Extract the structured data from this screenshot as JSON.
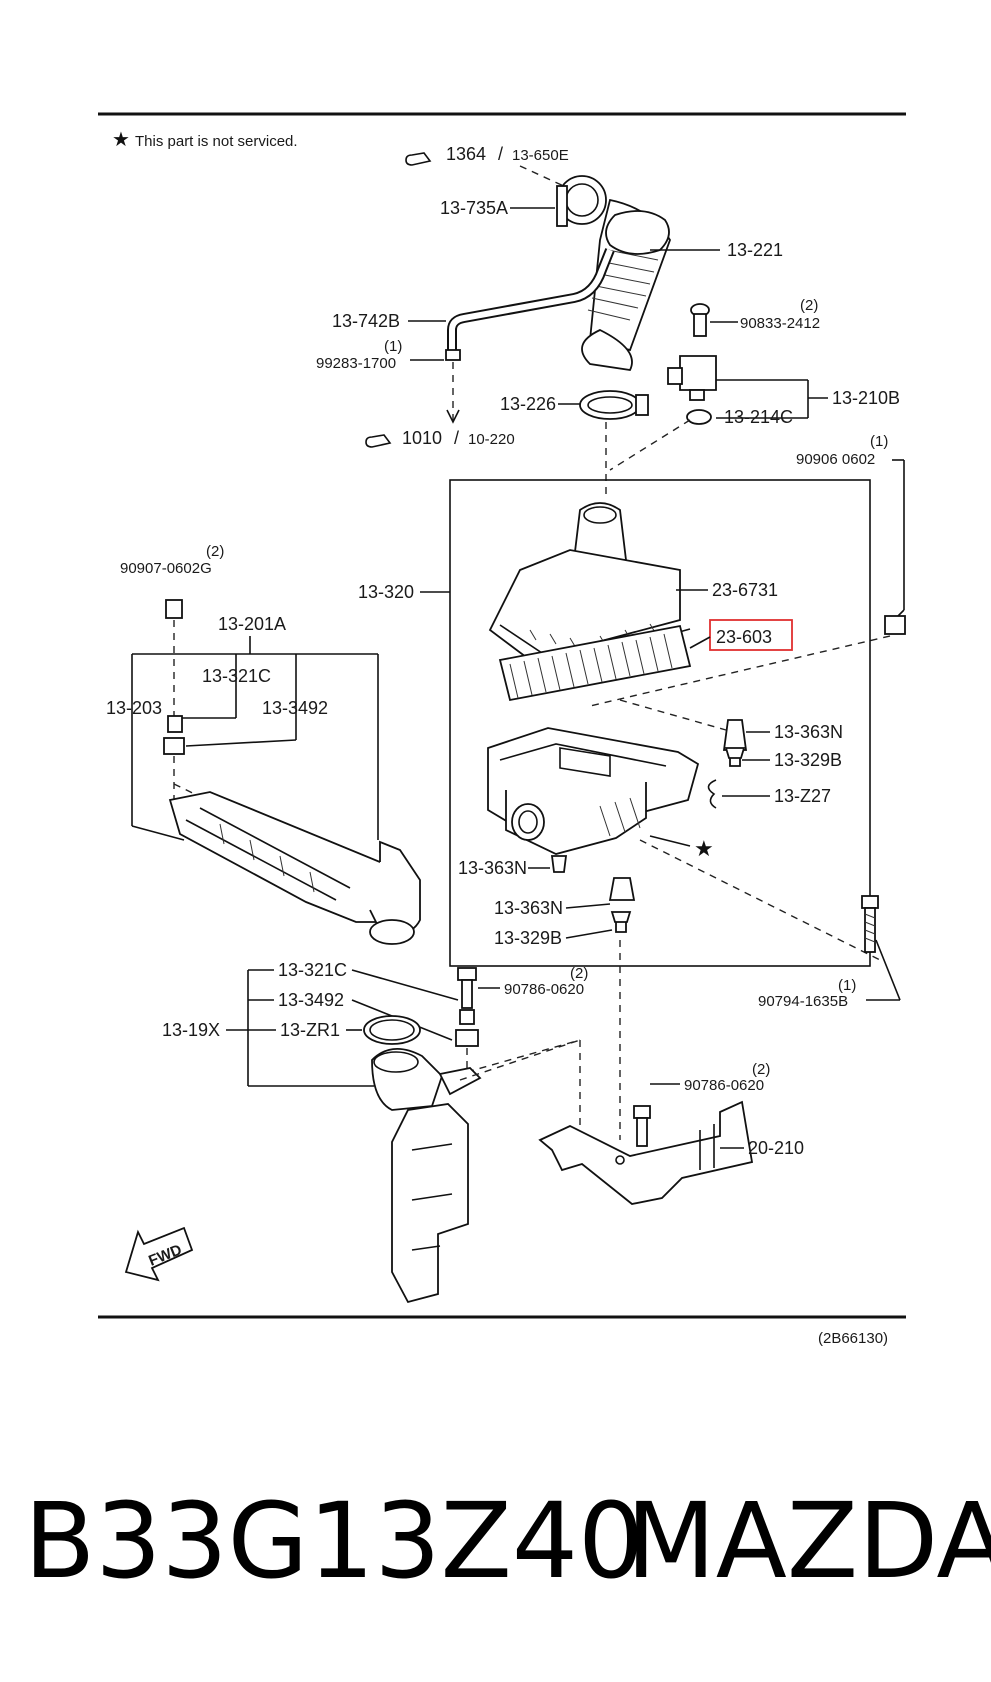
{
  "note": "This part is not serviced.",
  "ref_top_left": {
    "main": "1364",
    "sub": "13-650E"
  },
  "ref_mid_left": {
    "main": "1010",
    "sub": "10-220"
  },
  "catalog_code": "(2B66130)",
  "highlight_color": "#e03030",
  "parts": {
    "p_13_735A": "13-735A",
    "p_13_221": "13-221",
    "p_13_742B": "13-742B",
    "p_99283": "99283-1700",
    "p_99283_qty": "(1)",
    "p_90833": "90833-2412",
    "p_90833_qty": "(2)",
    "p_13_210B": "13-210B",
    "p_13_226": "13-226",
    "p_13_214C": "13-214C",
    "p_90906": "90906 0602",
    "p_90906_qty": "(1)",
    "p_90907": "90907-0602G",
    "p_90907_qty": "(2)",
    "p_13_320": "13-320",
    "p_23_6731": "23-6731",
    "p_23_603": "23-603",
    "p_13_201A": "13-201A",
    "p_13_321C_a": "13-321C",
    "p_13_203": "13-203",
    "p_13_3492_a": "13-3492",
    "p_13_363N_a": "13-363N",
    "p_13_329B_a": "13-329B",
    "p_13_Z27": "13-Z27",
    "p_13_363N_b": "13-363N",
    "p_13_363N_c": "13-363N",
    "p_13_329B_b": "13-329B",
    "p_13_321C_b": "13-321C",
    "p_13_3492_b": "13-3492",
    "p_90786_a": "90786-0620",
    "p_90786_a_qty": "(2)",
    "p_13_19X": "13-19X",
    "p_13_ZR1": "13-ZR1",
    "p_90794": "90794-1635B",
    "p_90794_qty": "(1)",
    "p_90786_b": "90786-0620",
    "p_90786_b_qty": "(2)",
    "p_20_210": "20-210",
    "fwd": "FWD"
  },
  "footer": {
    "part_number": "B33G13Z40",
    "brand": "MAZDA"
  }
}
